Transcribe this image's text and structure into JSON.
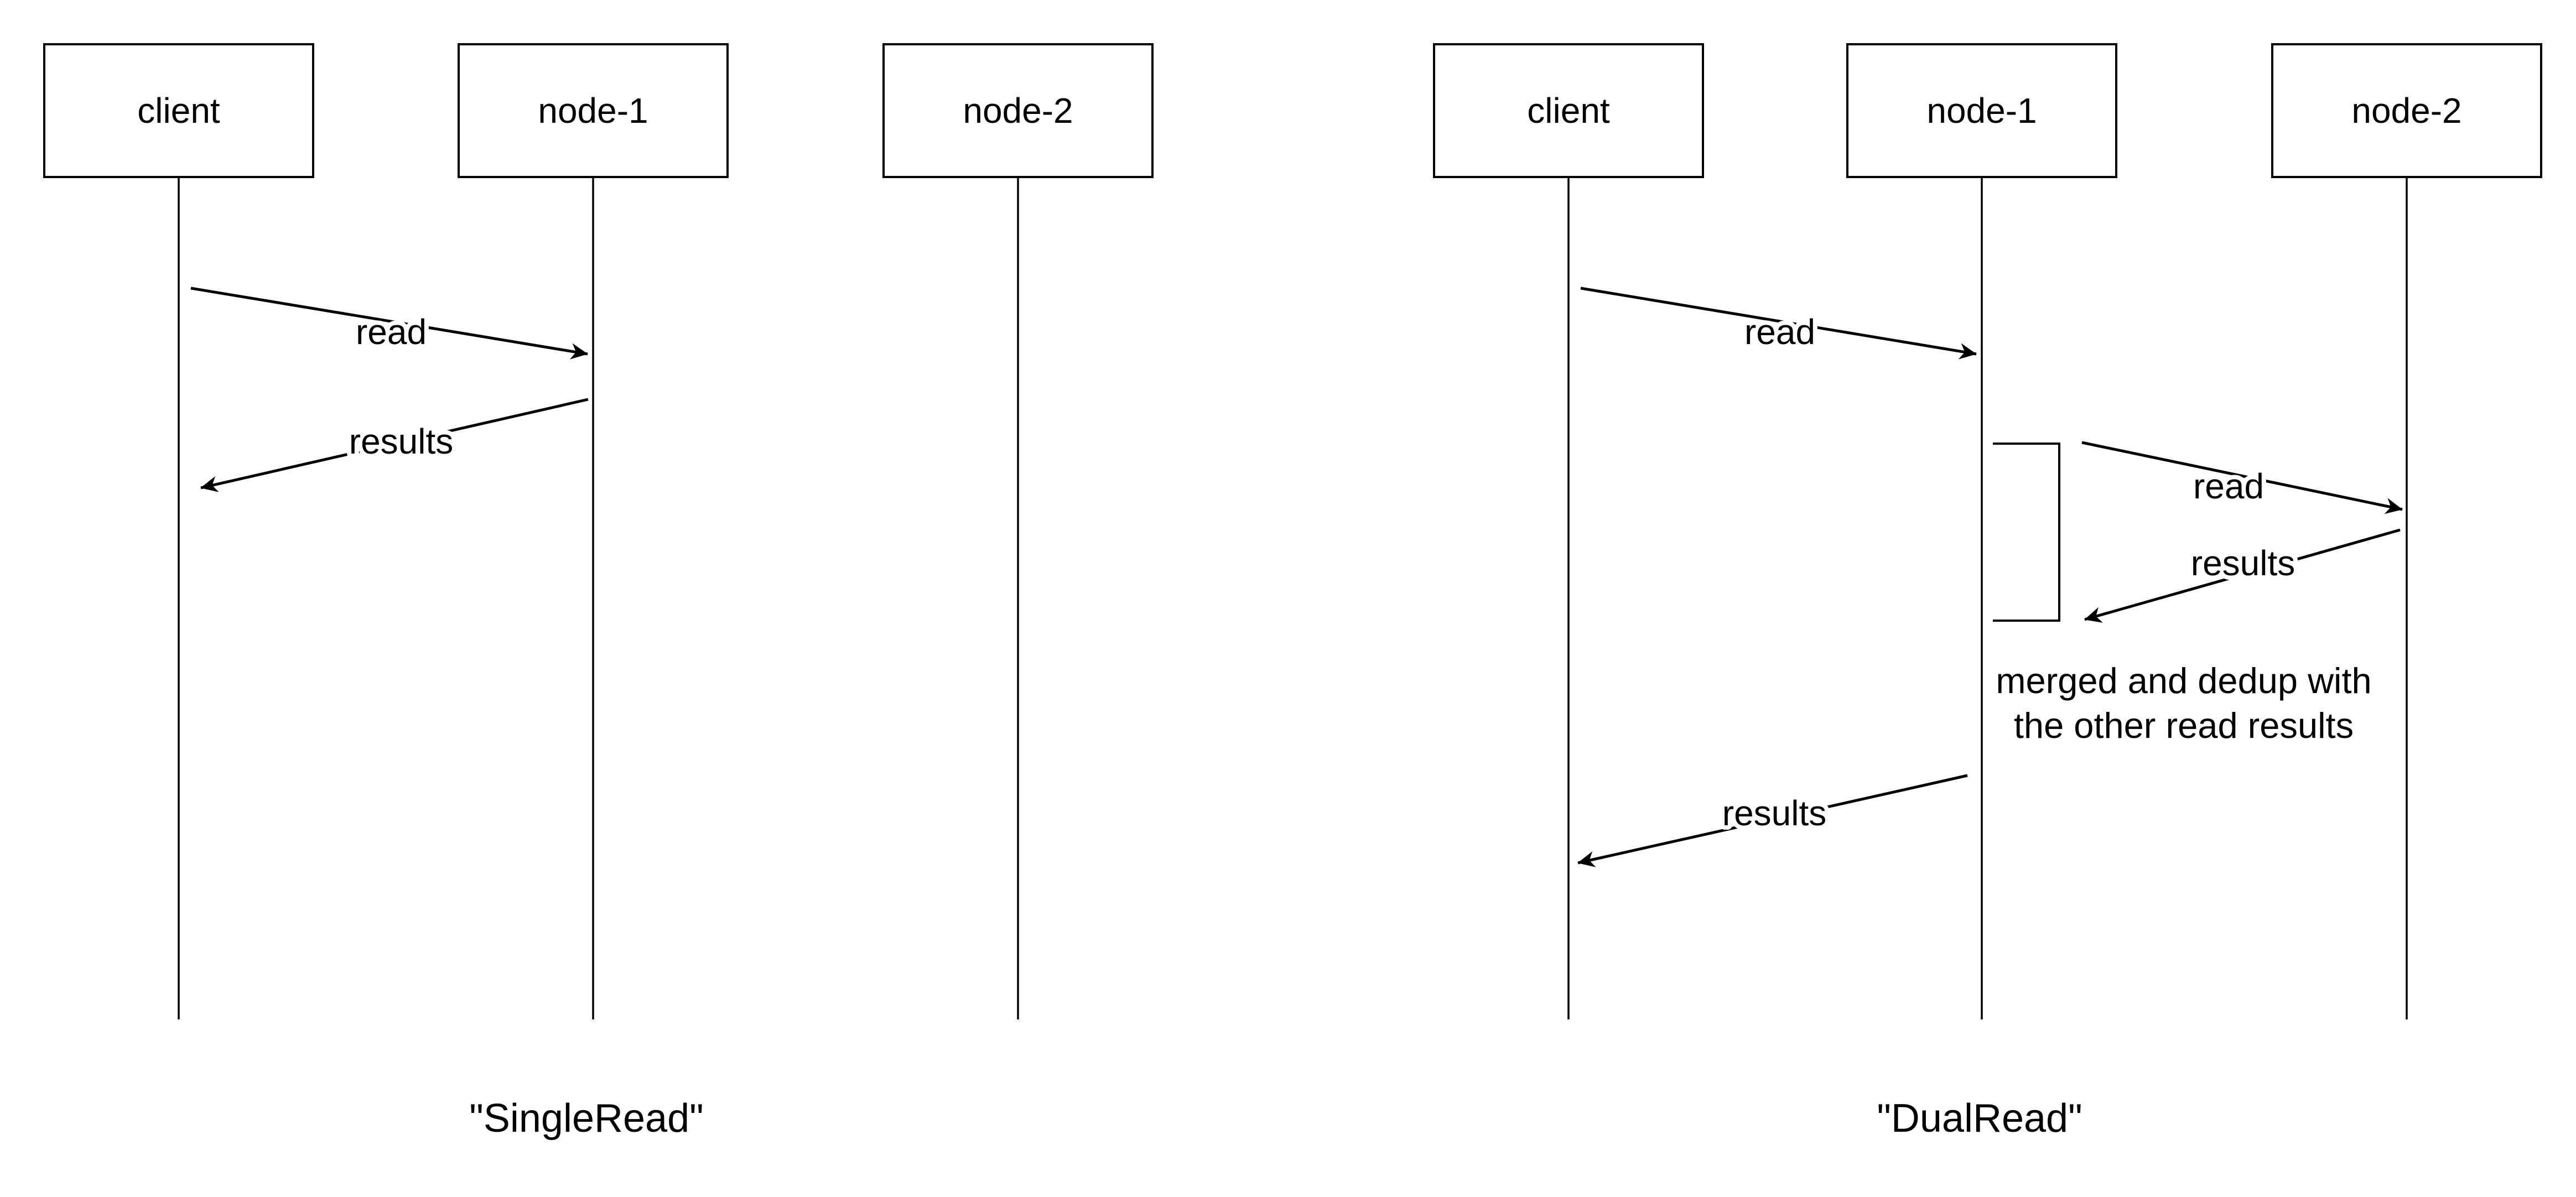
{
  "colors": {
    "background": "#ffffff",
    "ink": "#000000"
  },
  "panels": [
    {
      "caption": "\"SingleRead\"",
      "actors": [
        {
          "label": "client"
        },
        {
          "label": "node-1"
        },
        {
          "label": "node-2"
        }
      ],
      "messages": [
        {
          "label": "read",
          "from": "client",
          "to": "node-1"
        },
        {
          "label": "results",
          "from": "node-1",
          "to": "client"
        }
      ]
    },
    {
      "caption": "\"DualRead\"",
      "actors": [
        {
          "label": "client"
        },
        {
          "label": "node-1"
        },
        {
          "label": "node-2"
        }
      ],
      "messages": [
        {
          "label": "read",
          "from": "client",
          "to": "node-1"
        },
        {
          "label": "read",
          "from": "node-1",
          "to": "node-2"
        },
        {
          "label": "results",
          "from": "node-2",
          "to": "node-1"
        },
        {
          "label": "results",
          "from": "node-1",
          "to": "client"
        }
      ],
      "note_lines": [
        "merged and dedup with",
        "the other read results"
      ]
    }
  ]
}
